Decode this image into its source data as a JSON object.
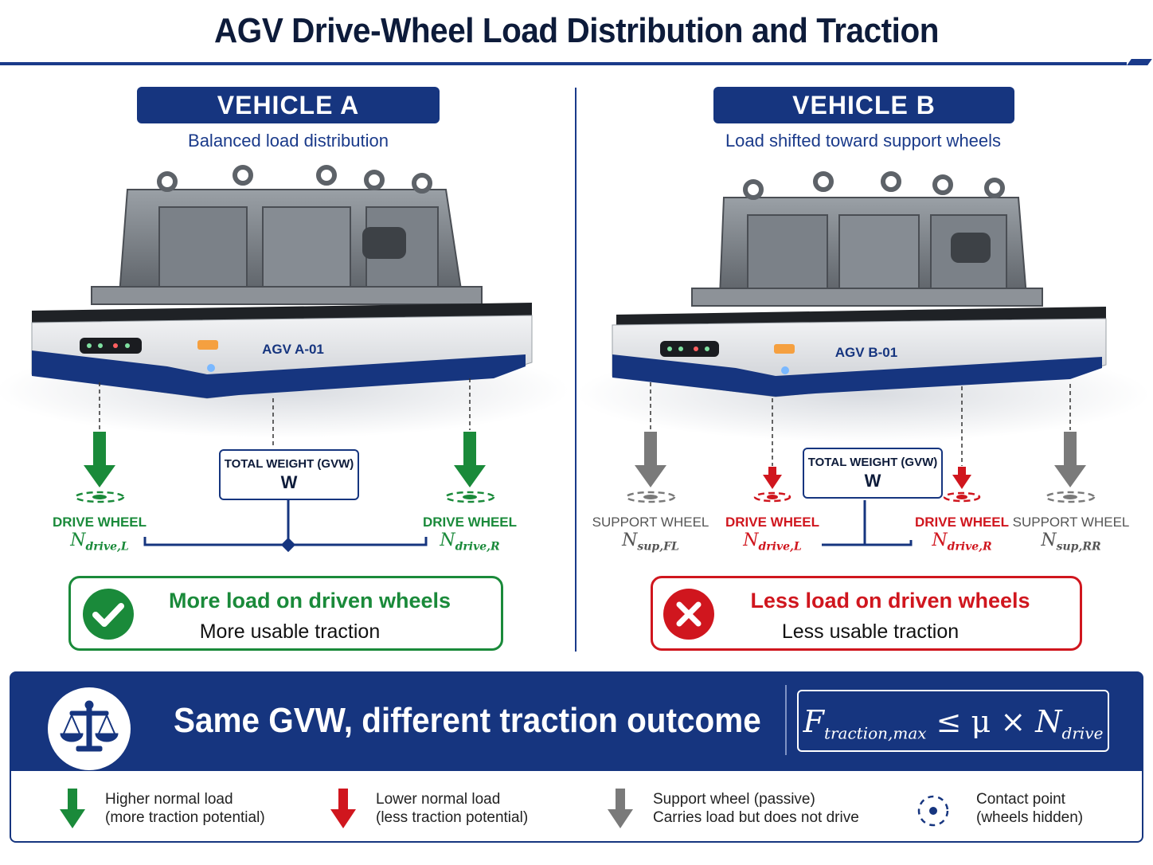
{
  "title": "AGV Drive-Wheel Load Distribution and Traction",
  "vehicle_a": {
    "name": "VEHICLE A",
    "subtitle": "Balanced load distribution",
    "agv_label": "AGV A-01",
    "wheels": [
      {
        "label": "DRIVE WHEEL",
        "symbol": "N",
        "sub": "drive,L",
        "color": "#1a8a3a"
      },
      {
        "label": "DRIVE WHEEL",
        "symbol": "N",
        "sub": "drive,R",
        "color": "#1a8a3a"
      }
    ],
    "gvw_label": "TOTAL WEIGHT (GVW)",
    "gvw_symbol": "W",
    "result_head": "More load on driven wheels",
    "result_body": "More usable traction",
    "result_color": "#1a8a3a"
  },
  "vehicle_b": {
    "name": "VEHICLE B",
    "subtitle": "Load shifted toward support wheels",
    "agv_label": "AGV B-01",
    "wheels": [
      {
        "label": "SUPPORT WHEEL",
        "symbol": "N",
        "sub": "sup,FL",
        "color": "#555555"
      },
      {
        "label": "DRIVE WHEEL",
        "symbol": "N",
        "sub": "drive,L",
        "color": "#d0161e"
      },
      {
        "label": "DRIVE WHEEL",
        "symbol": "N",
        "sub": "drive,R",
        "color": "#d0161e"
      },
      {
        "label": "SUPPORT WHEEL",
        "symbol": "N",
        "sub": "sup,RR",
        "color": "#555555"
      }
    ],
    "gvw_label": "TOTAL WEIGHT (GVW)",
    "gvw_symbol": "W",
    "result_head": "Less load on driven wheels",
    "result_body": "Less usable traction",
    "result_color": "#d0161e"
  },
  "banner": {
    "text": "Same GVW, different traction outcome",
    "formula_f": "F",
    "formula_f_sub": "traction,max",
    "formula_rest": " ≤ μ × ",
    "formula_n": "N",
    "formula_n_sub": "drive",
    "icon": "balance-scale-icon"
  },
  "legend": [
    {
      "icon": "green-down-arrow-icon",
      "line1": "Higher normal load",
      "line2": "(more traction potential)"
    },
    {
      "icon": "red-down-arrow-icon",
      "line1": "Lower normal load",
      "line2": "(less traction potential)"
    },
    {
      "icon": "grey-down-arrow-icon",
      "line1": "Support wheel (passive)",
      "line2": "Carries load but does not drive"
    },
    {
      "icon": "contact-point-icon",
      "line1": "Contact point",
      "line2": "(wheels hidden)"
    }
  ],
  "colors": {
    "navy": "#16357f",
    "green": "#1a8a3a",
    "red": "#d0161e",
    "grey": "#7a7a7a"
  }
}
